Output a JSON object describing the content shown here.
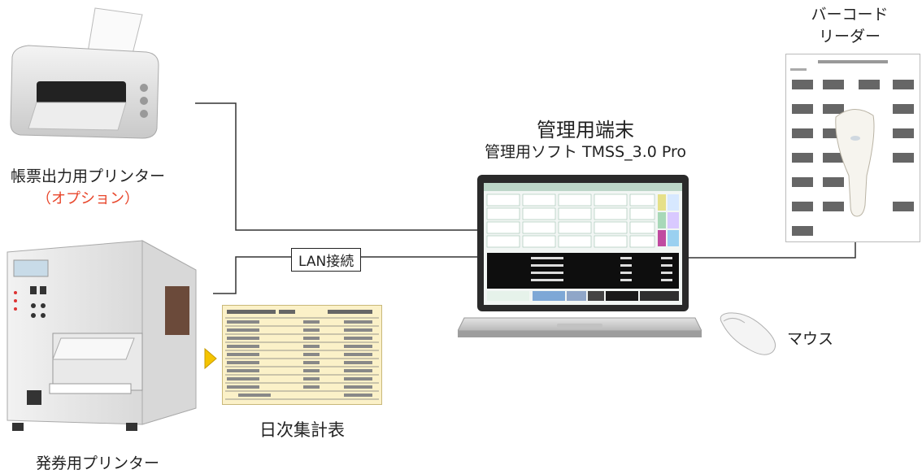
{
  "printer_top": {
    "label": "帳票出力用プリンター",
    "option": "（オプション）"
  },
  "ticket_printer": {
    "label": "発券用プリンター"
  },
  "terminal": {
    "title": "管理用端末",
    "software": "管理用ソフト TMSS_3.0 Pro"
  },
  "lan": {
    "label": "LAN接続"
  },
  "barcode": {
    "label_line1": "バーコード",
    "label_line2": "リーダー"
  },
  "mouse": {
    "label": "マウス"
  },
  "report": {
    "label": "日次集計表"
  },
  "colors": {
    "option_red": "#e8462b",
    "arrow_yellow": "#f5c400",
    "report_bg": "#fbf1c8"
  }
}
